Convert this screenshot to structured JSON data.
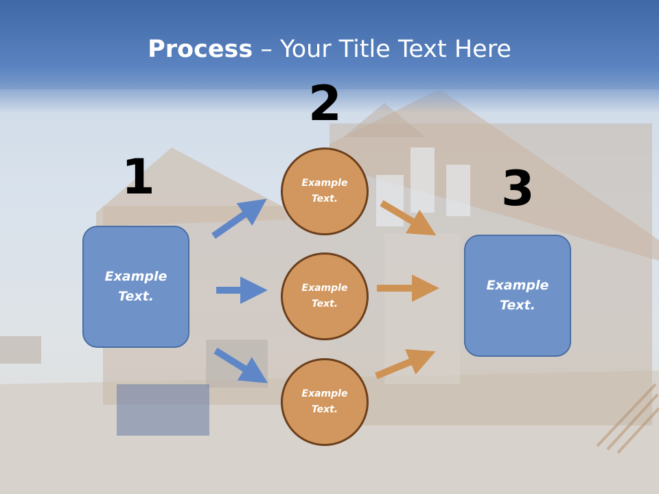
{
  "title": {
    "bold": "Process",
    "rest": " – Your Title Text Here"
  },
  "steps": {
    "n1": "1",
    "n2": "2",
    "n3": "3"
  },
  "left_box": {
    "line1": "Example",
    "line2": "Text."
  },
  "right_box": {
    "line1": "Example",
    "line2": "Text."
  },
  "circles": [
    {
      "line1": "Example",
      "line2": "Text."
    },
    {
      "line1": "Example",
      "line2": "Text."
    },
    {
      "line1": "Example",
      "line2": "Text."
    }
  ],
  "colors": {
    "title_band": "#4f77b6",
    "box": "#6f93c9",
    "circle": "#d1975e",
    "blue_arrow": "#5f87c8",
    "orange_arrow": "#cf9255"
  }
}
